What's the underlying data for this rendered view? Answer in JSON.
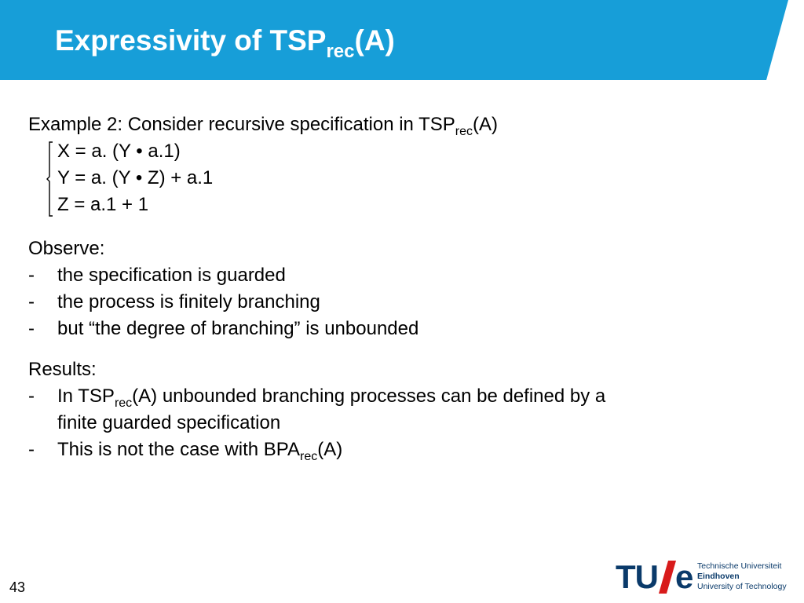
{
  "slide": {
    "title_main": "Expressivity of TSP",
    "title_sub": "rec",
    "title_tail": "(A)"
  },
  "example": {
    "intro_main": "Example 2: Consider recursive  specification in TSP",
    "intro_sub": "rec",
    "intro_tail": "(A)",
    "equations": [
      "X = a. (Y • a.1)",
      "Y = a. (Y • Z) + a.1",
      "Z = a.1 + 1"
    ]
  },
  "observe": {
    "heading": "Observe:",
    "items": [
      "the specification is guarded",
      "the process is finitely branching",
      "but “the degree of branching” is unbounded"
    ]
  },
  "results": {
    "heading": "Results:",
    "item1_pre": "In TSP",
    "item1_sub": "rec",
    "item1_line1": "(A) unbounded branching processes can be defined by a",
    "item1_line2": "finite guarded specification",
    "item2_pre": "This is not the case with BPA",
    "item2_sub": "rec",
    "item2_tail": "(A)"
  },
  "bullet_symbol": "-",
  "footer": {
    "page_number": "43",
    "logo_mark": "TU",
    "logo_e": "e",
    "logo_line1": "Technische Universiteit",
    "logo_line2": "Eindhoven",
    "logo_line3": "University of Technology"
  },
  "colors": {
    "title_band": "#179ed8",
    "logo_blue": "#0a3a6a",
    "logo_red": "#d81b1b"
  }
}
